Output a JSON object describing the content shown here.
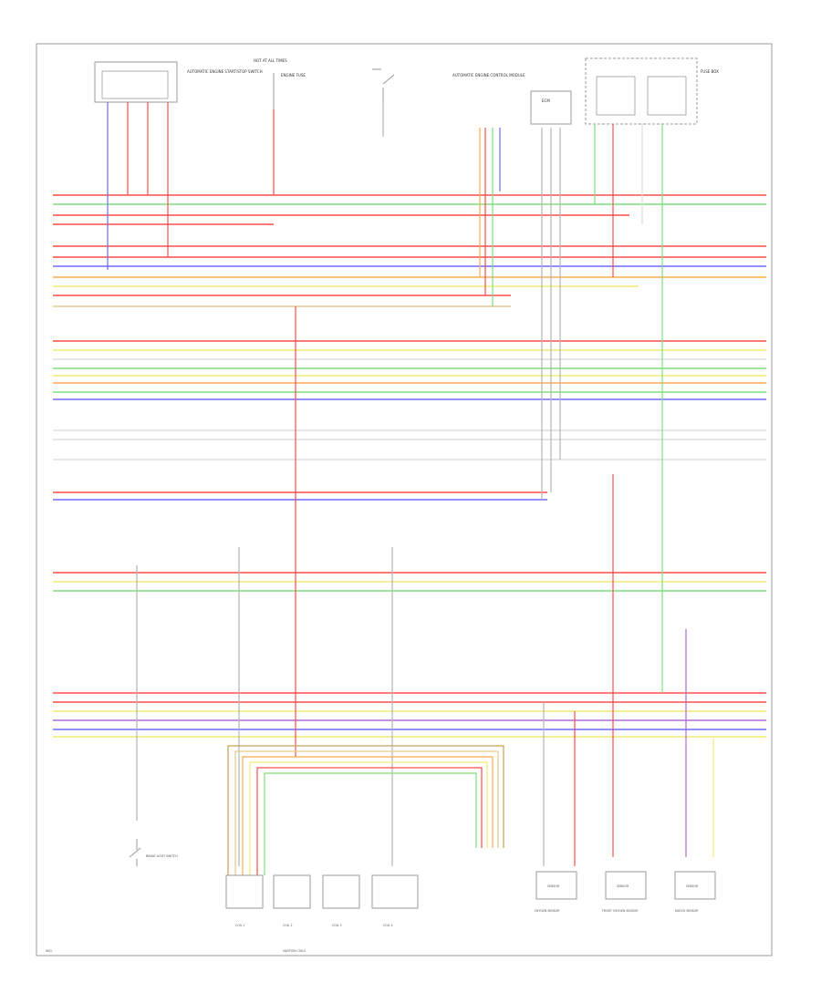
{
  "title": "",
  "colors": {
    "red": "#ff4d4d",
    "green": "#7ee07e",
    "blue": "#6b6bff",
    "yellow": "#f2ea74",
    "orange": "#ffaa55",
    "purple": "#b06bd6",
    "gray": "#b4b4b4",
    "light": "#dddddd",
    "brown": "#c7a157",
    "tan": "#e6c98a"
  },
  "components": {
    "top1": "AUTOMATIC ENGINE START/STOP SWITCH",
    "top2": "HOT AT ALL TIMES",
    "top3": "ENGINE FUSE",
    "top4": "AUTOMATIC ENGINE CONTROL MODULE",
    "top5": "ECM",
    "top6": "FUSE BOX",
    "bottom_group": "IGNITION COILS",
    "coil1": "COIL 1",
    "coil2": "COIL 2",
    "coil3": "COIL 3",
    "coil4": "COIL 4",
    "bot_left": "BRAKE LIGHT SWITCH",
    "bot_sensor1": "SENSOR",
    "bot_sensor2": "SENSOR",
    "bot_sensor3": "SENSOR",
    "bot_cap1": "OXYGEN SENSOR",
    "bot_cap2": "FRONT OXYGEN SENSOR",
    "bot_cap3": "KNOCK SENSOR",
    "footer_left": "W/D",
    "footer_center": "IGNITION COILS"
  }
}
